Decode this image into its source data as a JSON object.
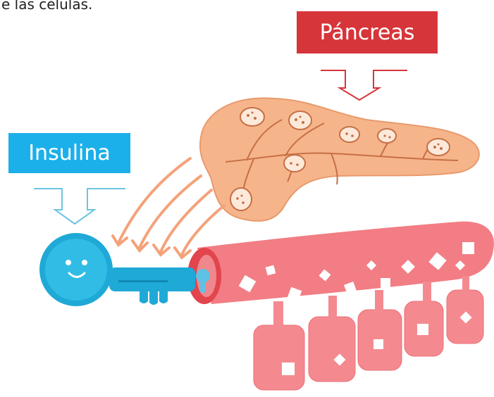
{
  "caption_fragment": "e las células.",
  "labels": {
    "pancreas": "Páncreas",
    "insulin": "Insulina"
  },
  "colors": {
    "pancreas_label": "#d6353a",
    "insulin_label": "#1cb0ea",
    "pancreas_organ": "#f6b48a",
    "insulin_key": "#1fa9d6",
    "blood_vessel": "#f27d84",
    "cells": "#f48a90",
    "arrow_outline_red": "#d6353a",
    "arrow_outline_blue": "#6cc4e0"
  },
  "icons": [
    "down-arrow-outline-icon",
    "insulin-key-icon",
    "smiley-face-icon",
    "keyhole-icon"
  ]
}
